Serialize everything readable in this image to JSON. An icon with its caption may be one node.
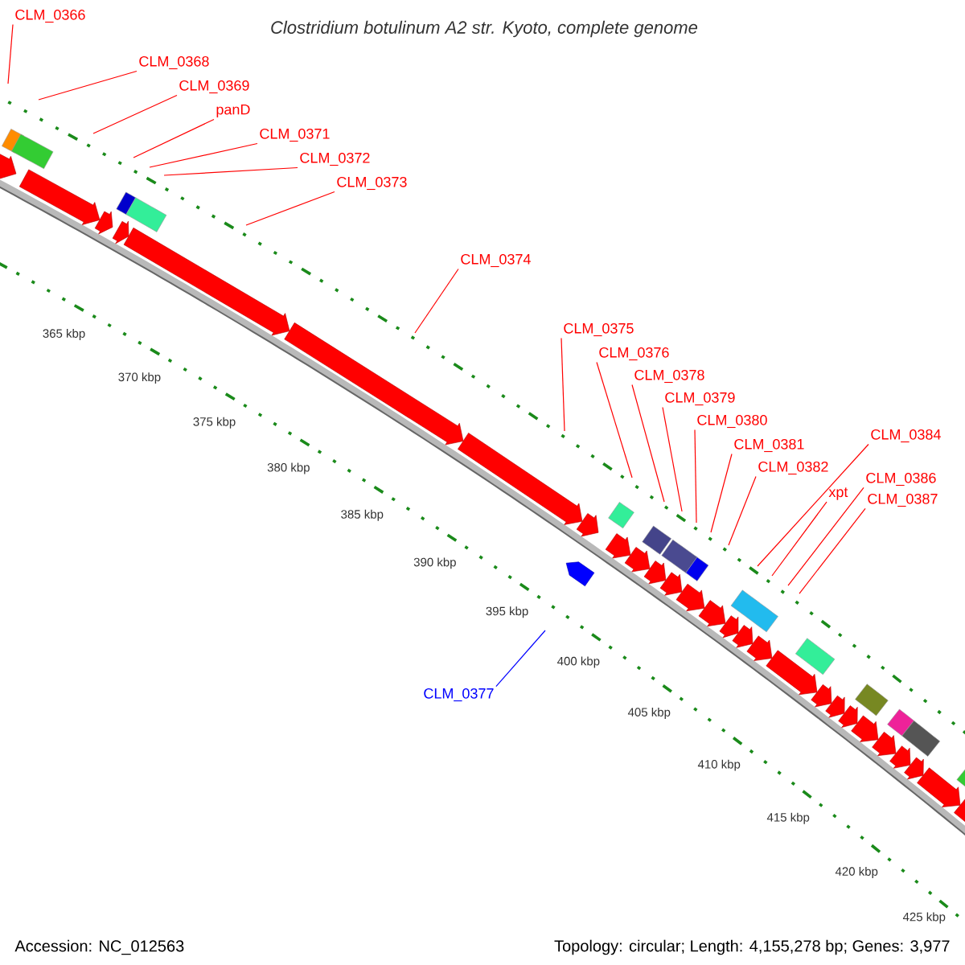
{
  "diagram": {
    "title": "Clostridium botulinum A2 str. Kyoto, complete genome",
    "nodes": [
      {
        "text": [
          "CLM_0366"
        ]
      },
      {
        "text": [
          "CLM_0368"
        ]
      },
      {
        "text": [
          "CLM_0369"
        ]
      },
      {
        "text": [
          "panD"
        ]
      },
      {
        "text": [
          "CLM_0371"
        ]
      },
      {
        "text": [
          "CLM_0372"
        ]
      },
      {
        "text": [
          "CLM_0373"
        ]
      },
      {
        "text": [
          "CLM_0374"
        ]
      },
      {
        "text": [
          "CLM_0375"
        ]
      },
      {
        "text": [
          "CLM_0376"
        ]
      },
      {
        "text": [
          "CLM_0378"
        ]
      },
      {
        "text": [
          "CLM_0379"
        ]
      },
      {
        "text": [
          "CLM_0380"
        ]
      },
      {
        "text": [
          "CLM_0384"
        ]
      },
      {
        "text": [
          "CLM_0381"
        ]
      },
      {
        "text": [
          "CLM_0382"
        ]
      },
      {
        "text": [
          "CLM_0386"
        ]
      },
      {
        "text": [
          "xpt"
        ]
      },
      {
        "text": [
          "CLM_0387"
        ]
      },
      {
        "text": [
          "CLM_0377"
        ]
      }
    ],
    "edges": [
      {
        "from": 0,
        "to": null,
        "arrow": "none"
      },
      {
        "from": 1,
        "to": null,
        "arrow": "none"
      },
      {
        "from": 2,
        "to": null,
        "arrow": "none"
      },
      {
        "from": 3,
        "to": null,
        "arrow": "none"
      },
      {
        "from": 4,
        "to": null,
        "arrow": "none"
      },
      {
        "from": 5,
        "to": null,
        "arrow": "none"
      },
      {
        "from": 6,
        "to": null,
        "arrow": "none"
      },
      {
        "from": 7,
        "to": null,
        "arrow": "none"
      },
      {
        "from": 8,
        "to": null,
        "arrow": "none"
      },
      {
        "from": 9,
        "to": null,
        "arrow": "none"
      },
      {
        "from": 10,
        "to": null,
        "arrow": "none"
      },
      {
        "from": 11,
        "to": null,
        "arrow": "none"
      },
      {
        "from": 12,
        "to": null,
        "arrow": "none"
      },
      {
        "from": 13,
        "to": null,
        "arrow": "none"
      },
      {
        "from": 14,
        "to": null,
        "arrow": "none"
      },
      {
        "from": 15,
        "to": null,
        "arrow": "none"
      },
      {
        "from": 16,
        "to": null,
        "arrow": "none"
      },
      {
        "from": 17,
        "to": null,
        "arrow": "none"
      },
      {
        "from": 18,
        "to": null,
        "arrow": "none"
      },
      {
        "from": 19,
        "to": null,
        "arrow": "none",
        "color": "#0000ff"
      }
    ],
    "labels": [
      "365 kbp",
      "370 kbp",
      "375 kbp",
      "380 kbp",
      "385 kbp",
      "390 kbp",
      "395 kbp",
      "400 kbp",
      "405 kbp",
      "410 kbp",
      "415 kbp",
      "420 kbp",
      "425 kbp",
      "Accession: NC_012563",
      "Topology: circular; Length: 4,155,278 bp; Genes: 3,977"
    ]
  }
}
